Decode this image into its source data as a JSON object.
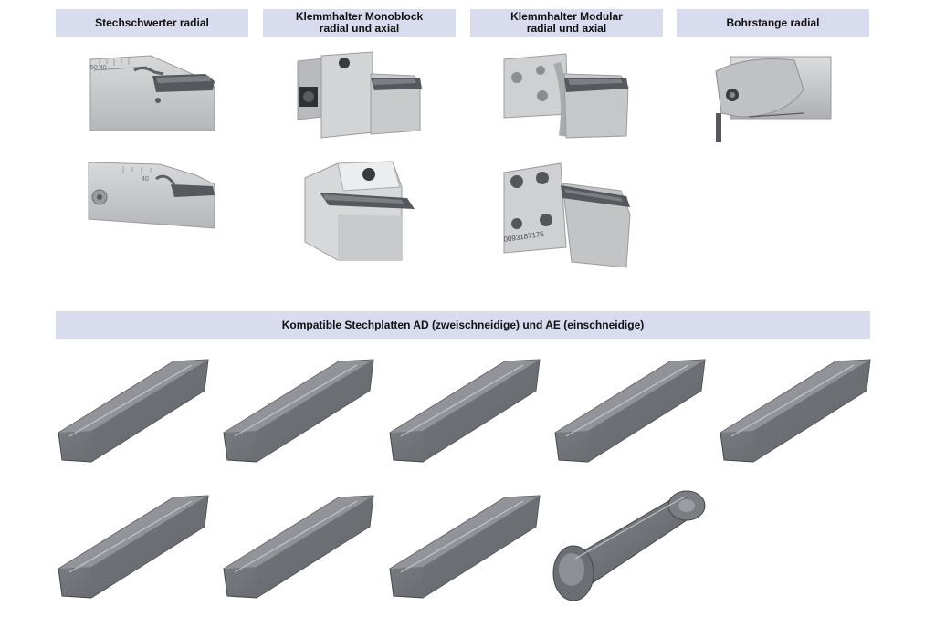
{
  "headers": {
    "h1": "Stechschwerter radial",
    "h2": "Klemmhalter Monoblock\nradial und axial",
    "h3": "Klemmhalter Modular\nradial und axial",
    "h4": "Bohrstange radial",
    "inserts": "Kompatible Stechplatten AD (zweischneidige) und AE (einschneidige)"
  },
  "blade": {
    "scale_marks_1": "50   40",
    "scale_marks_2": "40"
  },
  "modular": {
    "serial": "0093187175"
  },
  "colors": {
    "header_bg": "#d9dcef",
    "steel": "#c4c5c7",
    "insert": "#6d7075"
  }
}
